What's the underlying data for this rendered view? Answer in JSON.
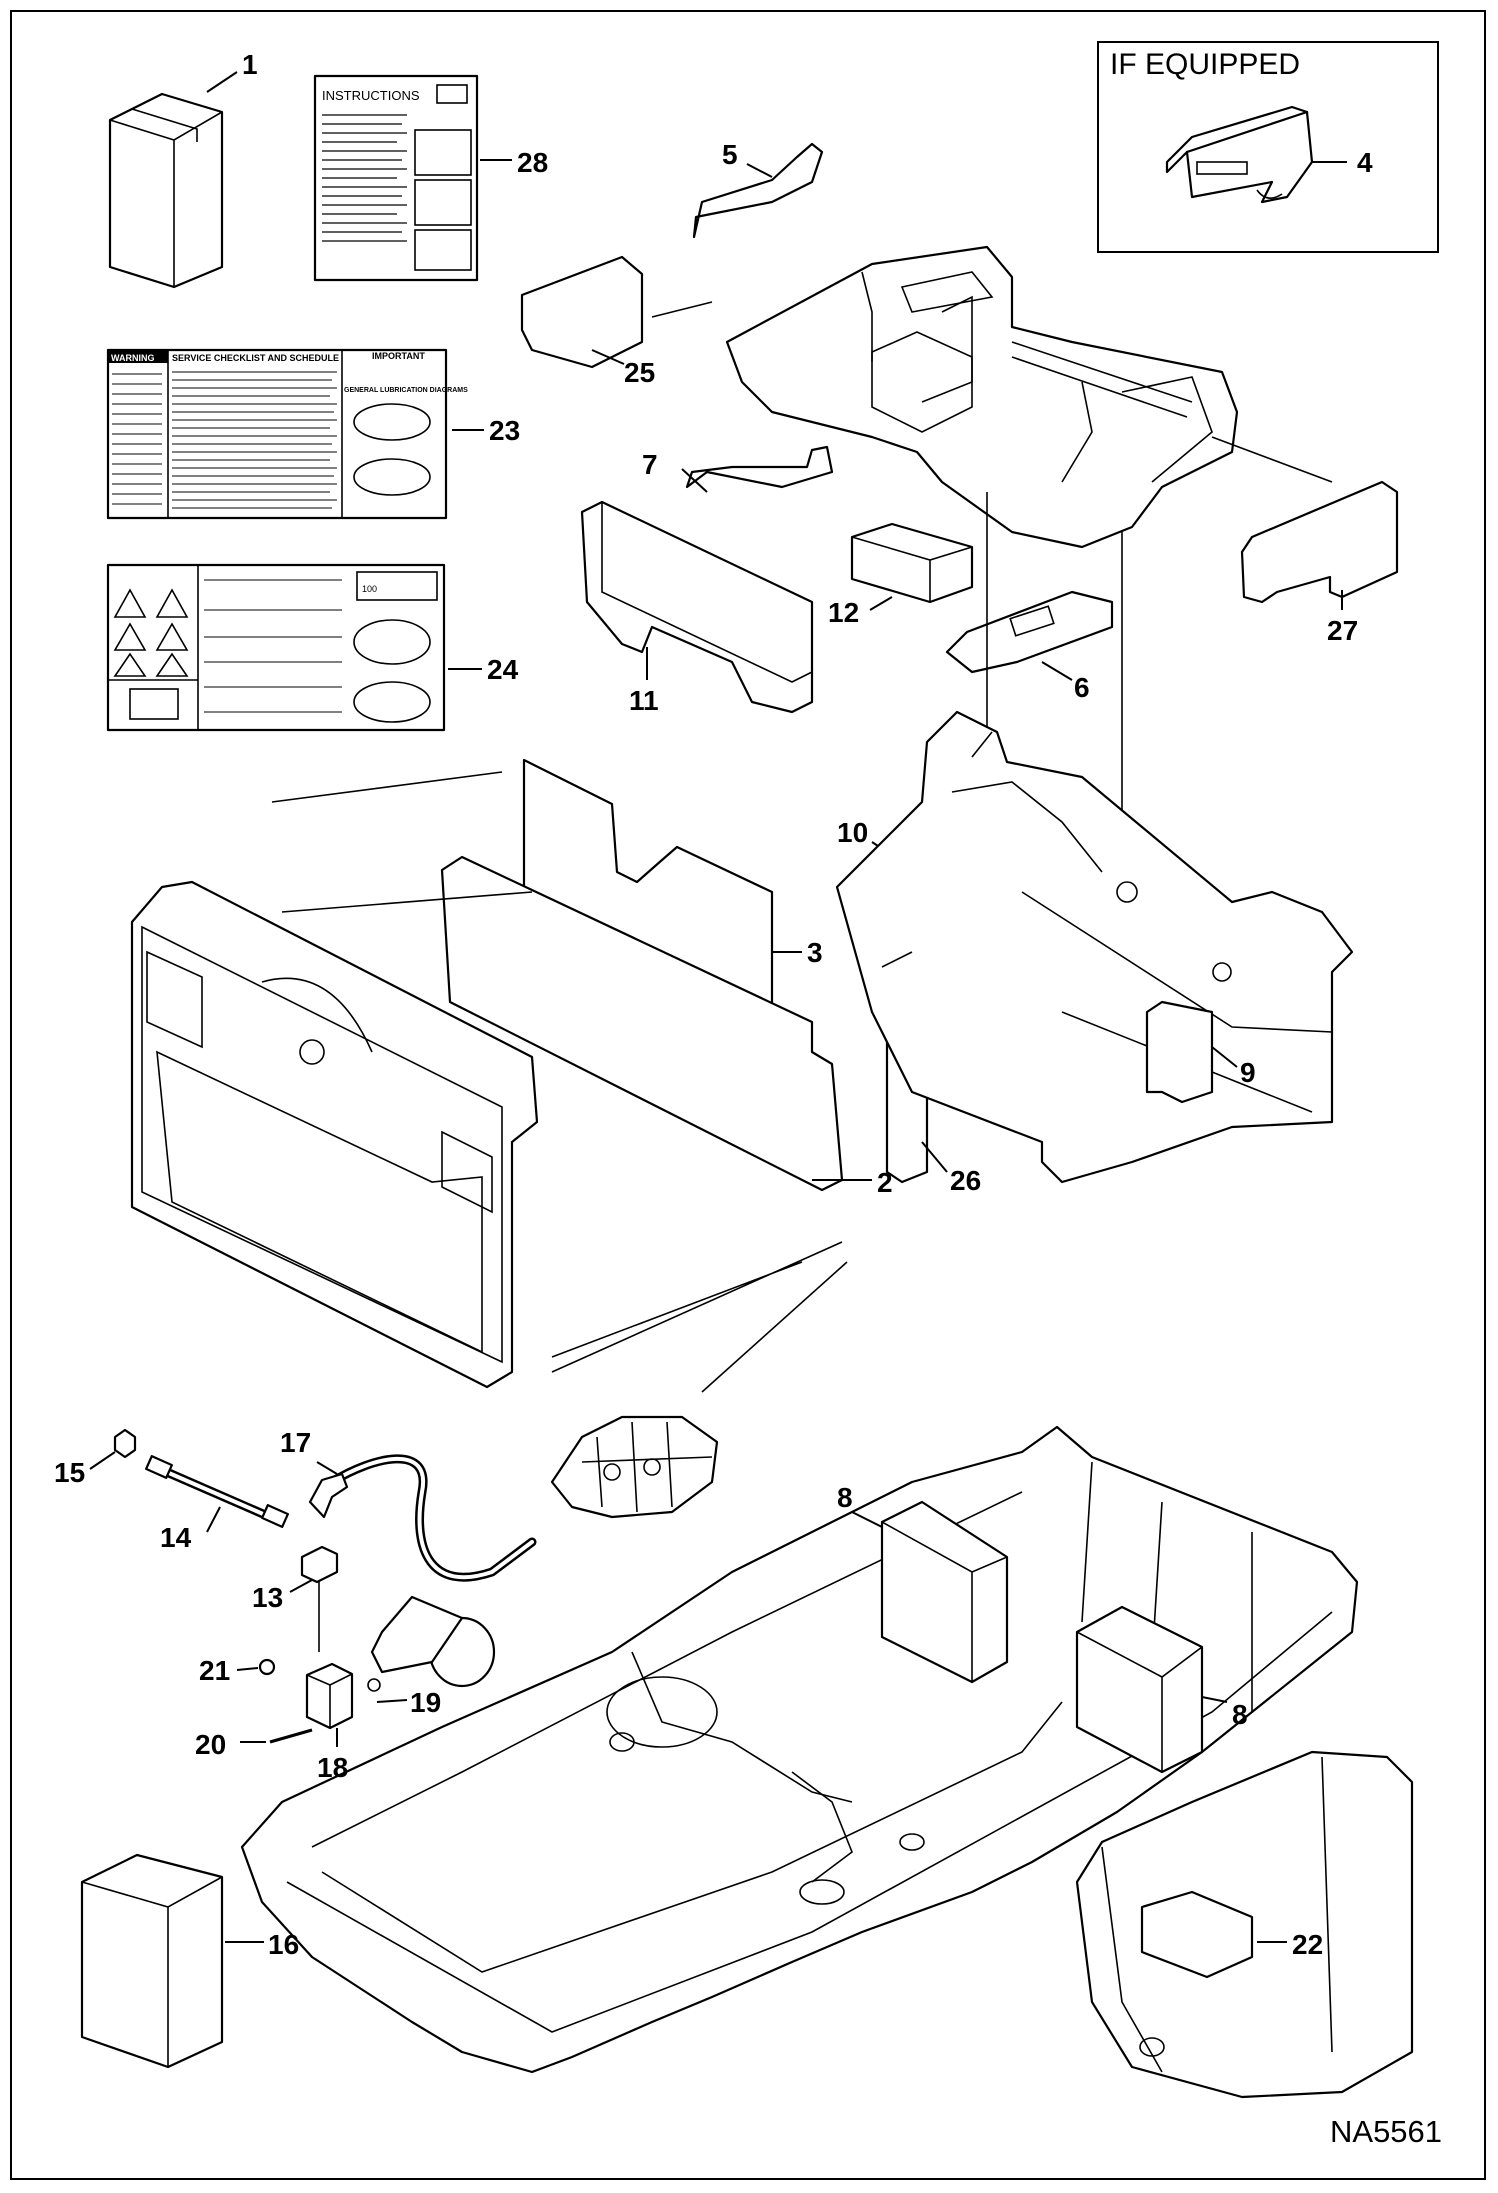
{
  "figure_id": "NA5561",
  "if_equipped_box": {
    "title": "IF EQUIPPED",
    "part": "4"
  },
  "decals": {
    "instructions": "INSTRUCTIONS",
    "warning": "WARNING",
    "service": "SERVICE CHECKLIST AND SCHEDULE",
    "important": "IMPORTANT",
    "lubrication": "GENERAL LUBRICATION DIAGRAMS",
    "tank_value": "100"
  },
  "callouts": [
    "1",
    "28",
    "5",
    "25",
    "23",
    "7",
    "12",
    "11",
    "27",
    "6",
    "24",
    "10",
    "3",
    "9",
    "26",
    "2",
    "17",
    "15",
    "14",
    "8",
    "13",
    "21",
    "19",
    "20",
    "18",
    "8",
    "16",
    "22"
  ],
  "colors": {
    "line": "#000000",
    "background": "#ffffff"
  }
}
